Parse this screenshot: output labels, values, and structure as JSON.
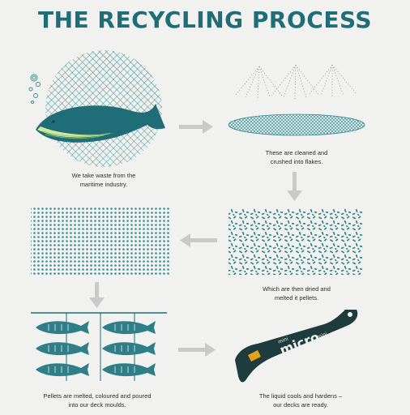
{
  "title": "THE RECYCLING PROCESS",
  "steps": [
    {
      "line1": "We take waste from the",
      "line2": "maritime industry."
    },
    {
      "line1": "These are cleaned and",
      "line2": "crushed into flakes."
    },
    {
      "line1": "Which are then dried and",
      "line2": "melted it pellets."
    },
    {
      "line1": "Pellets are melted, coloured and poured",
      "line2": "into our deck moulds."
    },
    {
      "line1": "The liquid cools and hardens –",
      "line2": "our decks are ready."
    }
  ],
  "deck": {
    "brand": "micro",
    "tag_top": "mini",
    "tag_bottom": "mini"
  },
  "colors": {
    "teal": "#1f6d77",
    "net": "#3a8e96",
    "whale_light": "#cfe7a0",
    "arrow": "#c9c9c9",
    "deck": "#1e3b3d",
    "accent": "#e3a21c",
    "background": "#f1f1ef"
  }
}
